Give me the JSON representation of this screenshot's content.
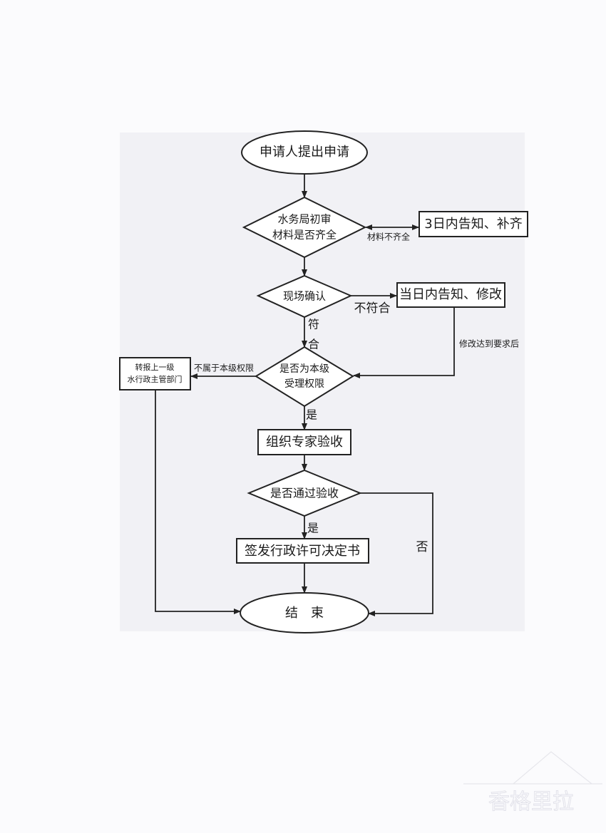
{
  "flowchart": {
    "start": "申请人提出申请",
    "check_materials": [
      "水务局初审",
      "材料是否齐全"
    ],
    "materials_incomplete_label": "材料不齐全",
    "notify_supplement": "3日内告知、补齐",
    "site_confirm": "现场确认",
    "not_conform_label": "不符合",
    "notify_modify": "当日内告知、修改",
    "after_modify_label": "修改达到要求后",
    "conform_label": [
      "符",
      "合"
    ],
    "authority_check": [
      "是否为本级",
      "受理权限"
    ],
    "not_authority_label": "不属于本级权限",
    "forward_upper": [
      "转报上一级",
      "水行政主管部门"
    ],
    "yes_label_1": "是",
    "expert_review": "组织专家验收",
    "pass_check": "是否通过验收",
    "yes_label_2": "是",
    "no_label": "否",
    "issue_decision": "签发行政许可决定书",
    "end": "结　束"
  },
  "watermark": "香格里拉"
}
